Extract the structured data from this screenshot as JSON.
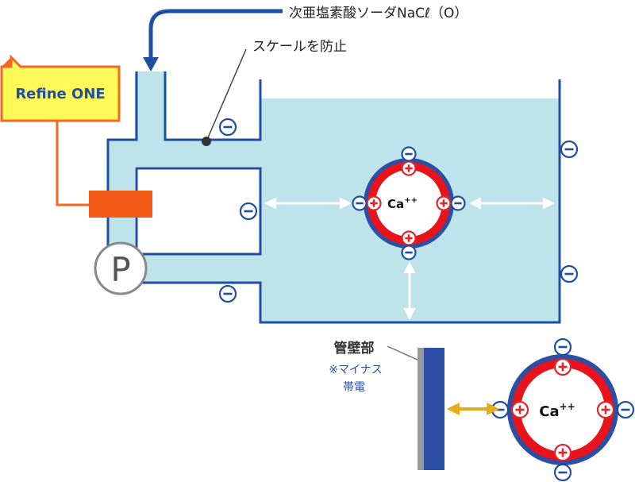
{
  "colors": {
    "water": "#bfe3eb",
    "pipe_stroke": "#1f4fa0",
    "arrow_blue": "#1f4fa0",
    "minus_ring": "#1f4fa0",
    "plus_ring": "#e0262a",
    "ion_shell": "#e8131b",
    "ion_outer": "#2a4fa4",
    "device_bg": "#fff95a",
    "device_border": "#f26a21",
    "device_text": "#1f4fa0",
    "heater": "#f25a16",
    "leader": "#555555",
    "wall_fill": "#2a4fa4",
    "wall_edge": "#9a9a9a",
    "attraction_arrow": "#e6ad1a",
    "note_blue": "#2a4fa4"
  },
  "labels": {
    "chemical": "次亜塩素酸ソーダNaCℓ（O）",
    "scale_prevent": "スケールを防止",
    "device": "Refine ONE",
    "pump": "P",
    "ion_main": "Ca",
    "ion_charge": "++",
    "wall_title": "管壁部",
    "wall_note_1": "※マイナス",
    "wall_note_2": "帯電"
  },
  "icons": {
    "minus": "minus-charge-icon",
    "plus": "plus-charge-icon",
    "arrow": "double-arrow-icon"
  }
}
